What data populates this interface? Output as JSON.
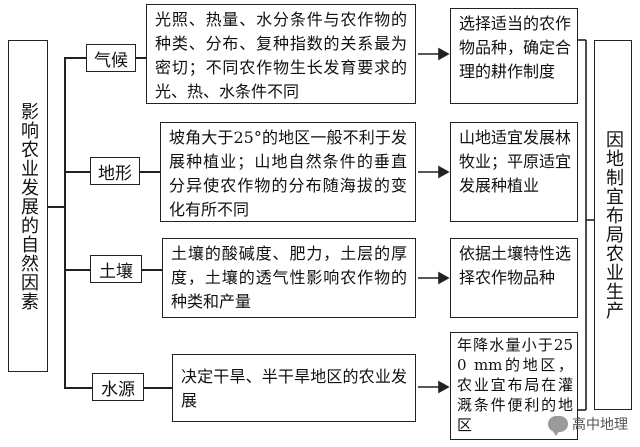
{
  "left_title": "影响农业发展的自然因素",
  "right_title": "因地制宜布局农业生产",
  "rows": [
    {
      "factor": "气候",
      "description": "光照、热量、水分条件与农作物的种类、分布、复种指数的关系最为密切；不同农作物生长发育要求的光、热、水条件不同",
      "result": "选择适当的农作物品种，确定合理的耕作制度"
    },
    {
      "factor": "地形",
      "description": "坡角大于25°的地区一般不利于发展种植业；山地自然条件的垂直分异使农作物的分布随海拔的变化有所不同",
      "result": "山地适宜发展林牧业；平原适宜发展种植业"
    },
    {
      "factor": "土壤",
      "description": "土壤的酸碱度、肥力，土层的厚度，土壤的透气性影响农作物的种类和产量",
      "result": "依据土壤特性选择农作物品种"
    },
    {
      "factor": "水源",
      "description": "决定干旱、半干旱地区的农业发展",
      "result": "年降水量小于250 mm的地区，农业宜布局在灌溉条件便利的地区"
    }
  ],
  "watermark": "高中地理"
}
